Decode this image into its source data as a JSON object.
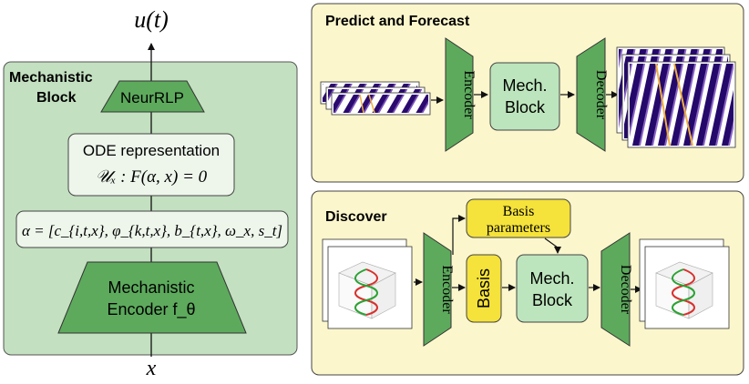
{
  "left": {
    "output_label": "u(t)",
    "input_label": "x",
    "panel_title_line1": "Mechanistic",
    "panel_title_line2": "Block",
    "neurlrp_label": "NeurRLP",
    "ode_title": "ODE representation",
    "ode_equation": "𝒰ₓ : F(α, x) = 0",
    "alpha_equation": "α = [c_{i,t,x}, φ_{k,t,x}, b_{t,x}, ω_x, s_t]",
    "encoder_line1": "Mechanistic",
    "encoder_line2": "Encoder f_θ"
  },
  "predict": {
    "title": "Predict and Forecast",
    "encoder_label": "Encoder",
    "mech_line1": "Mech.",
    "mech_line2": "Block",
    "decoder_label": "Decoder"
  },
  "discover": {
    "title": "Discover",
    "encoder_label": "Encoder",
    "basis_label": "Basis",
    "basis_params_line1": "Basis",
    "basis_params_line2": "parameters",
    "mech_line1": "Mech.",
    "mech_line2": "Block",
    "decoder_label": "Decoder"
  },
  "colors": {
    "green_fill": "#5daa5d",
    "panel_green": "#c3e0c0",
    "panel_yellow": "#fbf6cc",
    "mech_fill": "#bde5bd",
    "basis_yellow": "#f5e23a",
    "heatmap_purple": "#2a0a6e"
  }
}
